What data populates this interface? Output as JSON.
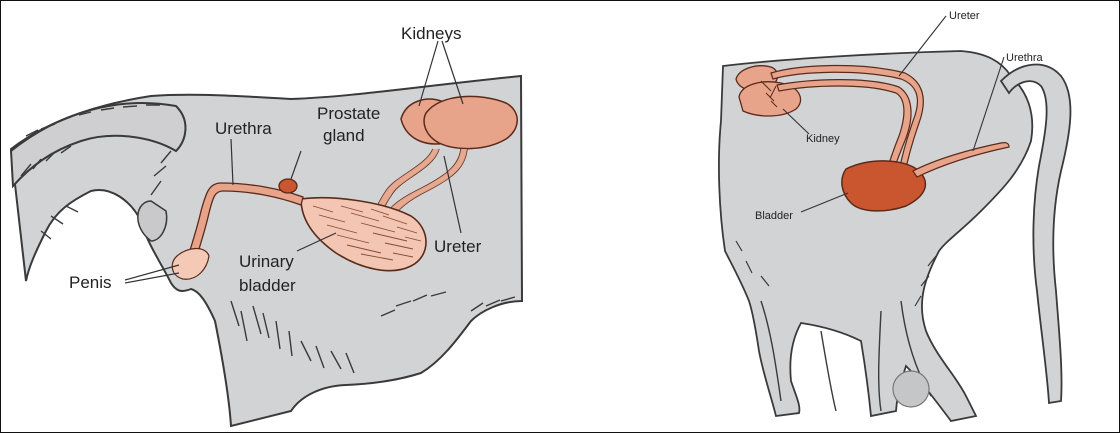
{
  "left_panel": {
    "labels": {
      "kidneys": "Kidneys",
      "prostate_line1": "Prostate",
      "prostate_line2": "gland",
      "urethra": "Urethra",
      "ureter": "Ureter",
      "bladder_line1": "Urinary",
      "bladder_line2": "bladder",
      "penis": "Penis"
    }
  },
  "right_panel": {
    "labels": {
      "ureter": "Ureter",
      "urethra": "Urethra",
      "kidney": "Kidney",
      "bladder": "Bladder"
    }
  },
  "colors": {
    "organ_fill": "#e8a48a",
    "organ_dark": "#c9562f",
    "body_fill": "#d2d3d5",
    "fur_stroke": "#3a3a3a",
    "line": "#333333"
  }
}
